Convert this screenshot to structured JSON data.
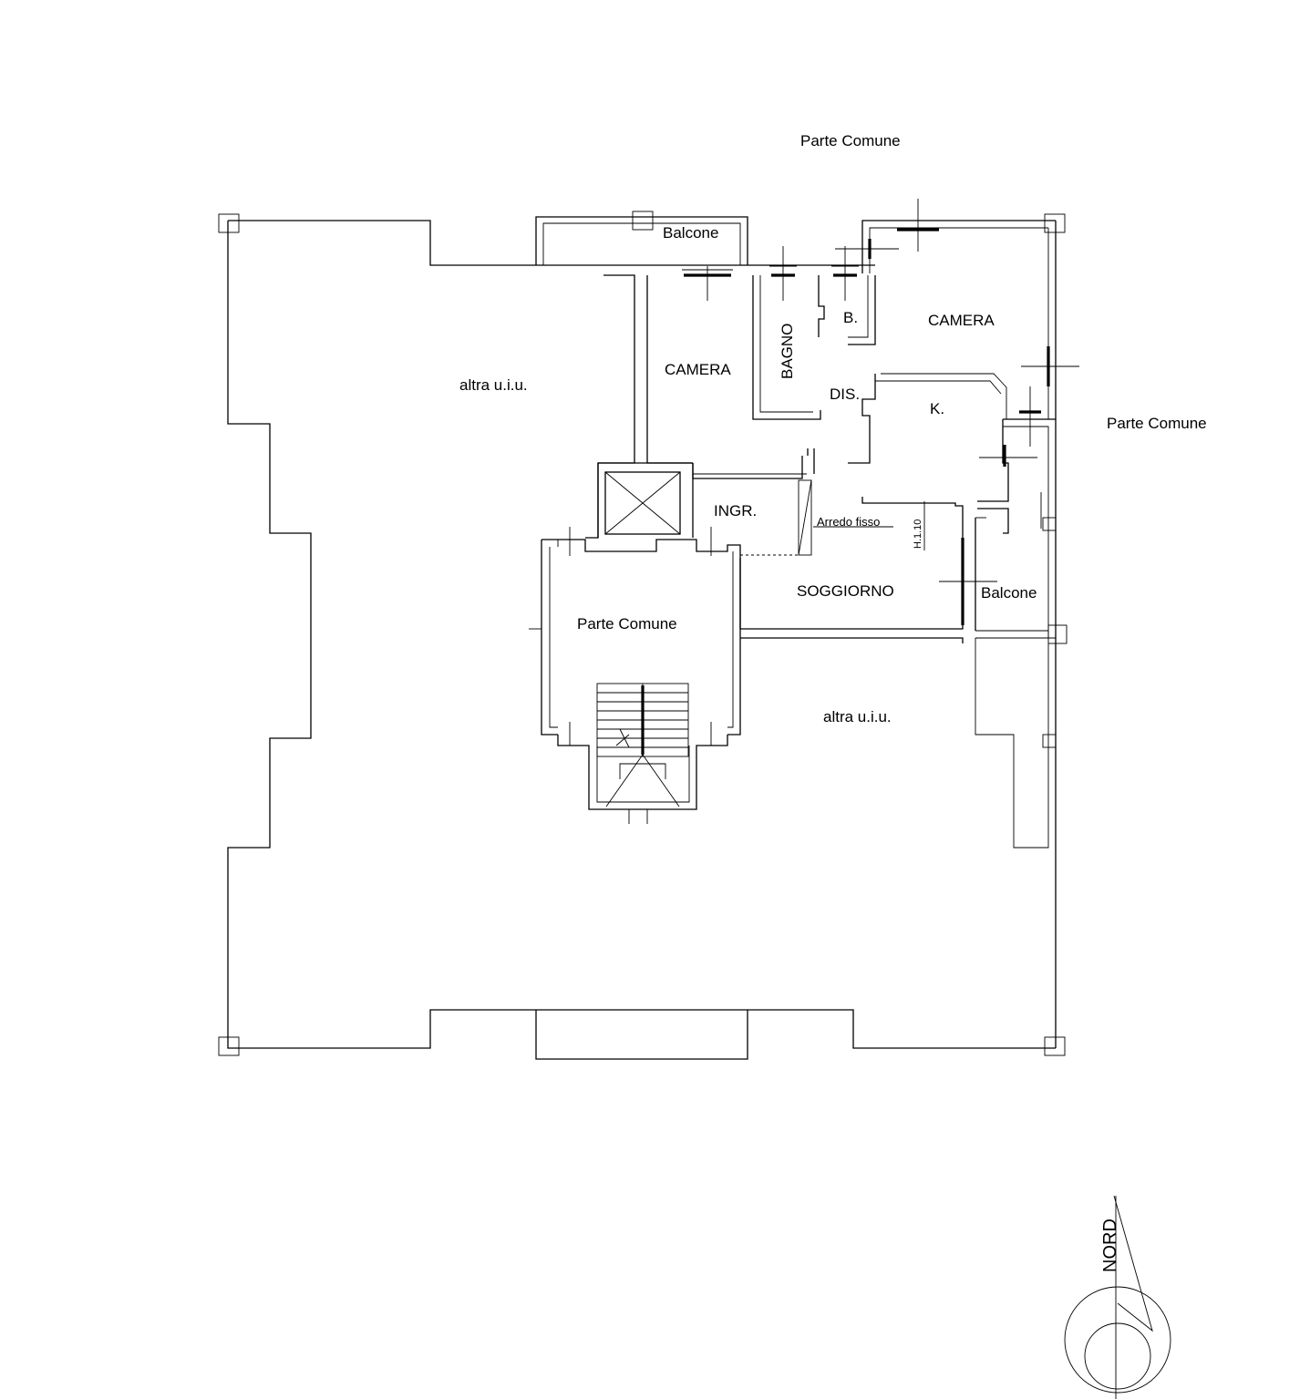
{
  "labels": {
    "parte_comune_top": "Parte Comune",
    "parte_comune_right": "Parte Comune",
    "parte_comune_stair": "Parte Comune",
    "balcone_top": "Balcone",
    "balcone_right": "Balcone",
    "camera_left": "CAMERA",
    "camera_right": "CAMERA",
    "bagno": "BAGNO",
    "bagno_small": "B.",
    "dis": "DIS.",
    "kitchen": "K.",
    "ingr": "INGR.",
    "arredo_fisso": "Arredo fisso",
    "height_note": "H.1.10",
    "soggiorno": "SOGGIORNO",
    "altra_uiu_left": "altra u.i.u.",
    "altra_uiu_bottom": "altra u.i.u.",
    "north": "NORD"
  }
}
